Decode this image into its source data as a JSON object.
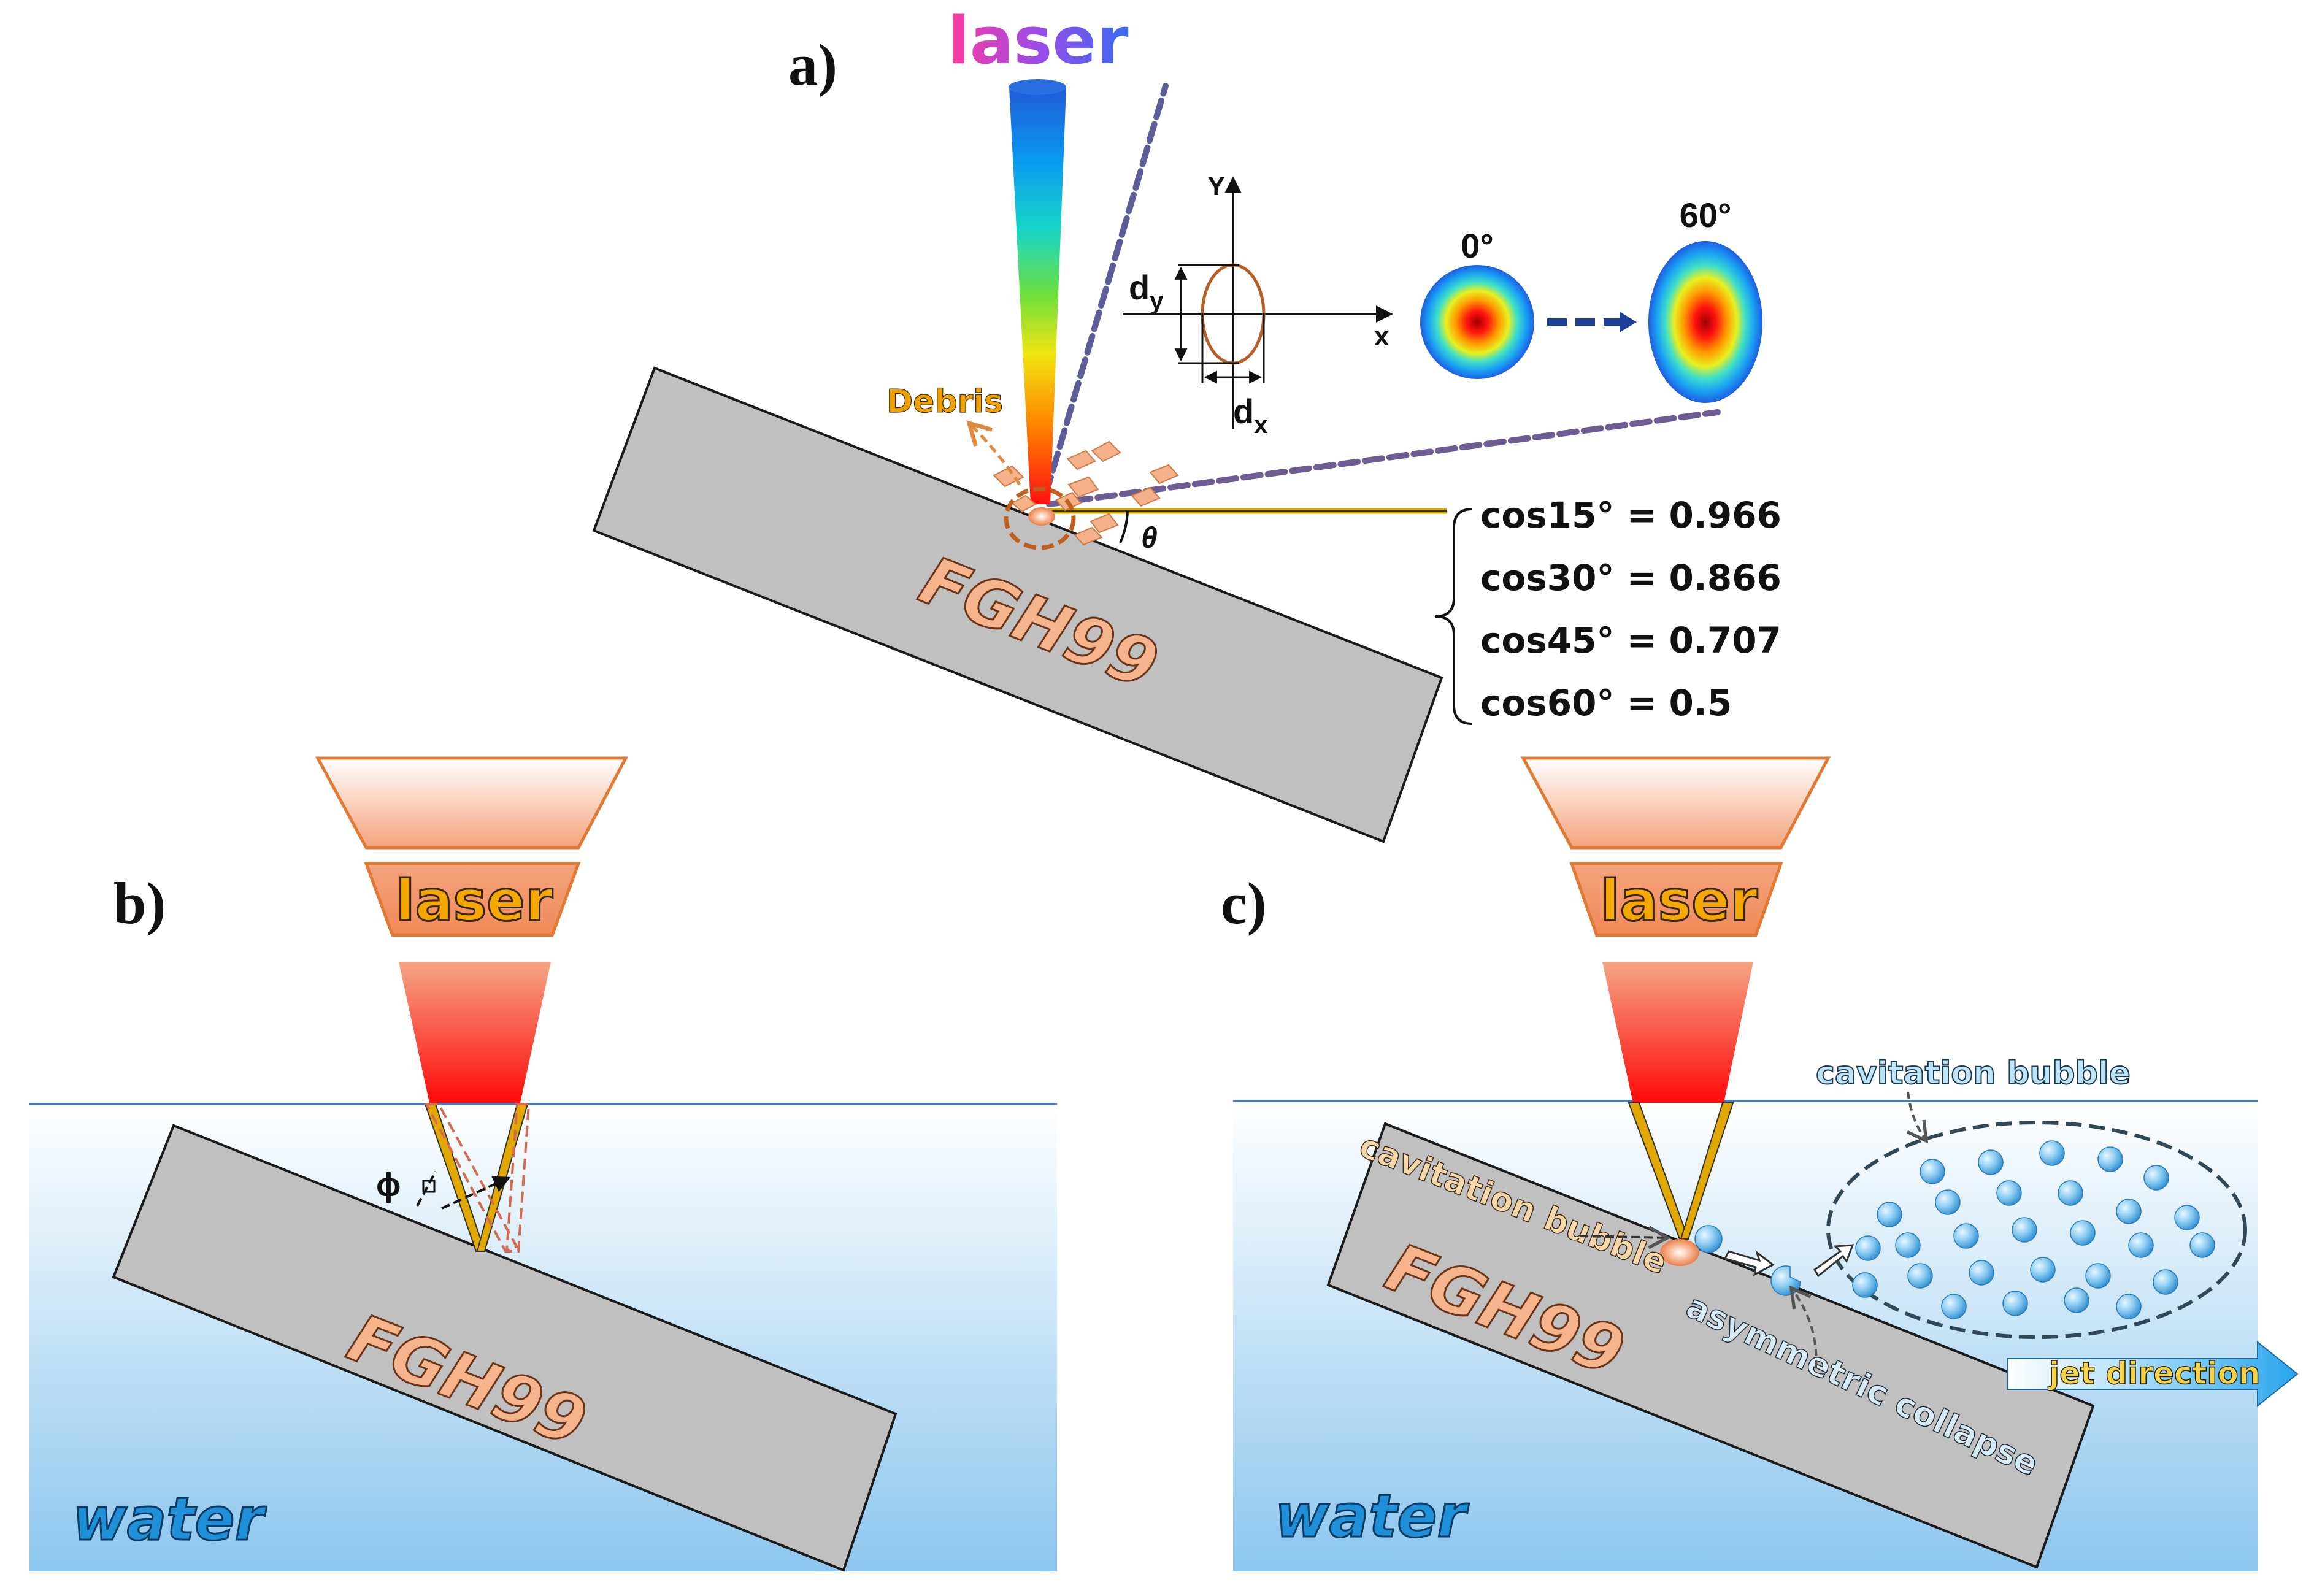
{
  "panels": {
    "a": {
      "label": "a)",
      "laser_label": "laser",
      "debris_label": "Debris",
      "theta_label": "θ",
      "material_label": "FGH99",
      "axis_y_label": "Y",
      "axis_x_label": "x",
      "dy_label": "d",
      "dy_sub": "y",
      "dx_label": "d",
      "dx_sub": "x",
      "spot_angle_start": "0°",
      "spot_angle_end": "60°",
      "cos_values": [
        "cos15° = 0.966",
        "cos30° = 0.866",
        "cos45° = 0.707",
        "cos60° = 0.5"
      ]
    },
    "b": {
      "label": "b)",
      "laser_label": "laser",
      "phi_label": "ϕ",
      "material_label": "FGH99",
      "medium_label": "water"
    },
    "c": {
      "label": "c)",
      "laser_label": "laser",
      "material_label": "FGH99",
      "medium_label": "water",
      "bubble_cloud_label": "cavitation bubble",
      "bubble_label": "cavitation bubble",
      "collapse_label": "asymmetric collapse",
      "jet_label": "jet direction"
    }
  },
  "colors": {
    "plate_fill": "#c0c0c0",
    "plate_stroke": "#1a1a1a",
    "water_top": "#ffffff",
    "water_bottom": "#86c2ec",
    "water_line": "#3f7fc8",
    "material_text": "#f6b48c",
    "laser_text_fill": "#f5a800",
    "laser_lens_stroke": "#e07a34",
    "laser_beam_red": "#ff1a1a",
    "beam_gold": "#e0a800",
    "debris_fill": "#f4b18a",
    "debris_label": "#f0a000",
    "spot_outline": "#b5602a",
    "bubble": "#7fc4ee",
    "jet_arrow": "#3aaee8",
    "water_text": "#1f8fd8",
    "dashed_ray": "#5d5d9a"
  }
}
